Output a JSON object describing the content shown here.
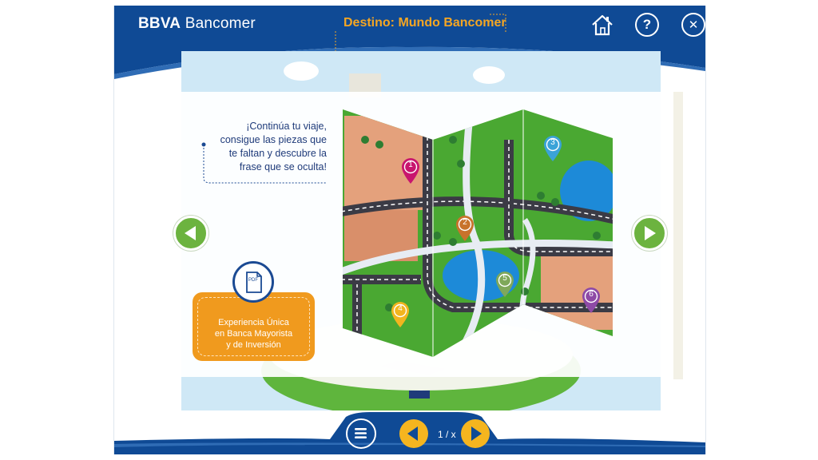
{
  "header": {
    "brand_bold": "BBVA",
    "brand_light": " Bancomer",
    "module_title": "Destino: Mundo Bancomer",
    "home_icon": "home-icon",
    "help_label": "?",
    "close_label": "✕"
  },
  "instructions": {
    "line1": "¡Continúa tu viaje,",
    "line2": "consigue las piezas que",
    "line3": "te faltan y descubre la",
    "line4": "frase que se oculta!"
  },
  "map": {
    "pins": [
      {
        "label": "1",
        "color": "#c8156e"
      },
      {
        "label": "2",
        "color": "#c8732b"
      },
      {
        "label": "3",
        "color": "#3aa3d8"
      },
      {
        "label": "4",
        "color": "#f2b51f"
      },
      {
        "label": "5",
        "color": "#7fa85a"
      },
      {
        "label": "6",
        "color": "#8e4aa6"
      }
    ]
  },
  "resource": {
    "pdf_badge": "PDF",
    "line1": "Experiencia Única",
    "line2": "en Banca Mayorista",
    "line3": "y de Inversión"
  },
  "footer": {
    "page_counter": "1 / x"
  },
  "colors": {
    "header_blue": "#0f4a95",
    "accent_orange": "#f5a623",
    "nav_green": "#6cb33f",
    "footer_yellow": "#f5b51f"
  }
}
